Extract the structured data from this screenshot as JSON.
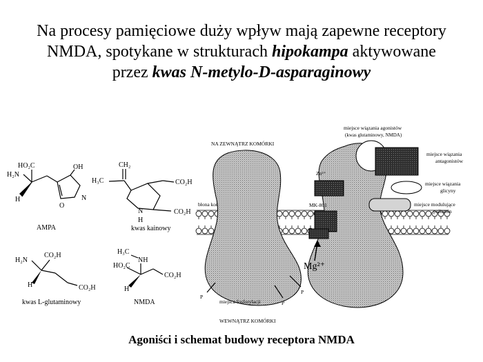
{
  "heading": {
    "line1": "Na procesy pamięciowe duży wpływ mają zapewne receptory",
    "line2_a": "NMDA, spotykane w strukturach ",
    "line2_b": "hipokampa",
    "line2_c": " aktywowane",
    "line3_a": "przez ",
    "line3_b": "kwas N-metylo-D-asparaginowy"
  },
  "molecules": {
    "ampa": "AMPA",
    "kainic": "kwas kainowy",
    "glutamate": "kwas L-glutaminowy",
    "nmda": "NMDA"
  },
  "atoms": {
    "ho2c": "HO₂C",
    "h2n": "H₂N",
    "h": "H",
    "oh": "OH",
    "o": "O",
    "n": "N",
    "ch2": "CH₂",
    "h3c": "H₃C",
    "co2h": "CO₂H",
    "nh": "NH"
  },
  "diagram": {
    "outside": "NA ZEWNĄTRZ KOMÓRKI",
    "inside": "WEWNĄTRZ KOMÓRKI",
    "membrane": "błona komórkowa",
    "agonist_site": "miejsce wiązania agonistów",
    "agonist_site_sub": "(kwas glutaminowy, NMDA)",
    "antagonist_site_1": "miejsce wiązania",
    "antagonist_site_2": "antagonistów",
    "glycine_site_1": "miejsce wiązania",
    "glycine_site_2": "glicyny",
    "polyamine_site_1": "miejsce modulujące",
    "polyamine_site_2": "poliamin",
    "zn": "Zn²⁺",
    "mk801": "MK-801",
    "mg": "Mg²⁺",
    "phosphorylation": "miejsca fosforylacji",
    "p": "P"
  },
  "caption": "Agoniści i schemat budowy receptora NMDA"
}
